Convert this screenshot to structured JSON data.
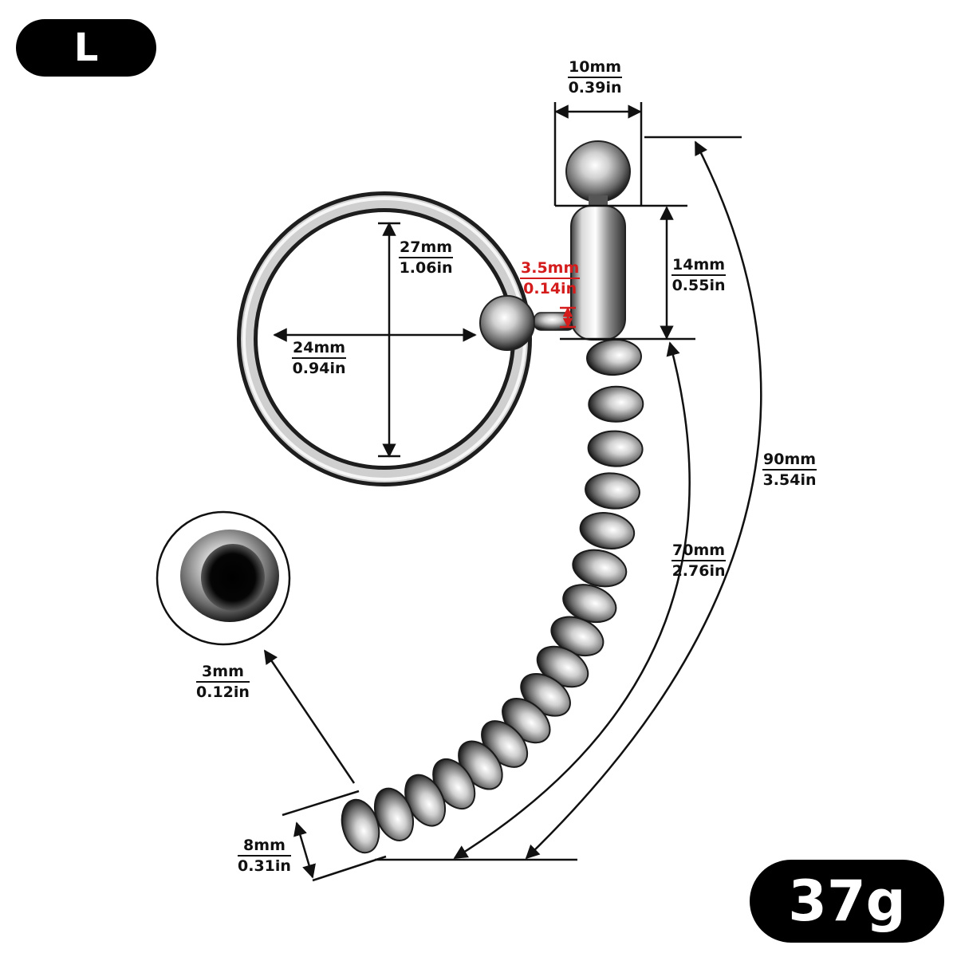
{
  "badges": {
    "size": "L",
    "weight": "37g"
  },
  "dimensions": {
    "tip_width": {
      "mm": "10mm",
      "in": "0.39in"
    },
    "ring_height": {
      "mm": "27mm",
      "in": "1.06in"
    },
    "ring_width": {
      "mm": "24mm",
      "in": "0.94in"
    },
    "connector": {
      "mm": "3.5mm",
      "in": "0.14in"
    },
    "cap_length": {
      "mm": "14mm",
      "in": "0.55in"
    },
    "total_length": {
      "mm": "90mm",
      "in": "3.54in"
    },
    "beaded_length": {
      "mm": "70mm",
      "in": "2.76in"
    },
    "hole": {
      "mm": "3mm",
      "in": "0.12in"
    },
    "end_diameter": {
      "mm": "8mm",
      "in": "0.31in"
    }
  },
  "colors": {
    "dimension_text": "#111111",
    "highlight": "#d41c1c",
    "badge_bg": "#000000",
    "badge_text": "#ffffff"
  }
}
